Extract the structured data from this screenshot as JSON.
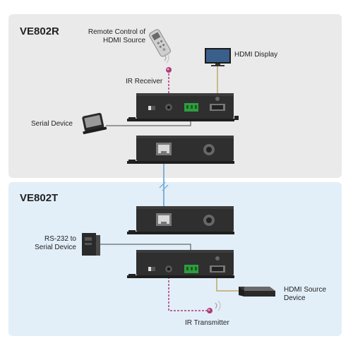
{
  "receiver": {
    "model": "VE802R",
    "remote_label_line1": "Remote Control of",
    "remote_label_line2": "HDMI Source",
    "display_label": "HDMI Display",
    "ir_receiver_label": "IR Receiver",
    "serial_device_label": "Serial Device"
  },
  "transmitter": {
    "model": "VE802T",
    "rs232_label_line1": "RS-232 to",
    "rs232_label_line2": "Serial Device",
    "source_label_line1": "HDMI Source",
    "source_label_line2": "Device",
    "ir_transmitter_label": "IR Transmitter"
  },
  "colors": {
    "receiver_panel": "#eaeaea",
    "transmitter_panel": "#e2eff9",
    "device_body": "#2f2f2f",
    "hdmi_cable": "#c9b98a",
    "cat_cable": "#7fb0d6",
    "ir_line": "#b03a78",
    "serial_cable": "#444444",
    "terminal_green": "#2e9e3e"
  },
  "icons": [
    "remote-control-icon",
    "hdmi-display-icon",
    "ir-receiver-icon",
    "serial-device-icon",
    "rs232-device-icon",
    "hdmi-source-device-icon",
    "ir-transmitter-icon"
  ]
}
